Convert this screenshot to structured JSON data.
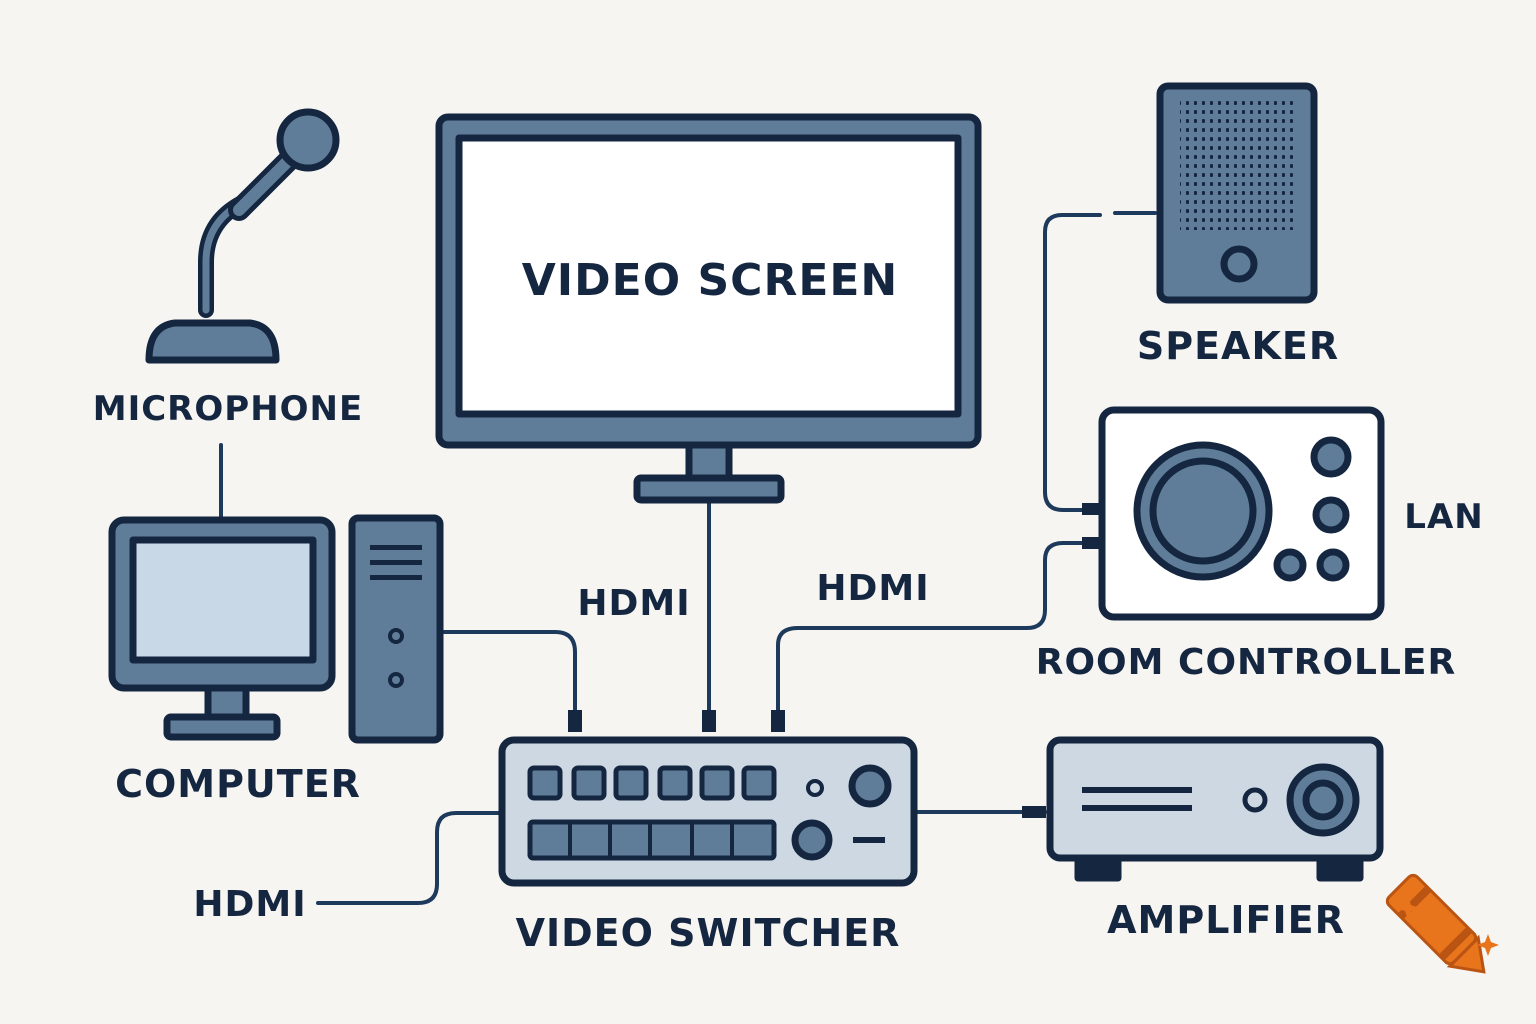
{
  "labels": {
    "video_screen": "VIDEO SCREEN",
    "microphone": "MICROPHONE",
    "speaker": "SPEAKER",
    "lan": "LAN",
    "room_controller": "ROOM CONTROLLER",
    "computer": "COMPUTER",
    "hdmi_center": "HDMI",
    "hdmi_right": "HDMI",
    "hdmi_left": "HDMI",
    "video_switcher": "VIDEO SWITCHER",
    "amplifier": "AMPLIFIER"
  },
  "colors": {
    "background": "#f6f5f1",
    "outline": "#142640",
    "device_fill": "#5f7d98",
    "screen_fill": "#c9d8e6",
    "panel_fill": "#cdd8e3",
    "accent_orange": "#e8741c"
  },
  "icons": [
    "microphone-icon",
    "speaker-icon",
    "crayon-icon",
    "sparkle-icon"
  ]
}
